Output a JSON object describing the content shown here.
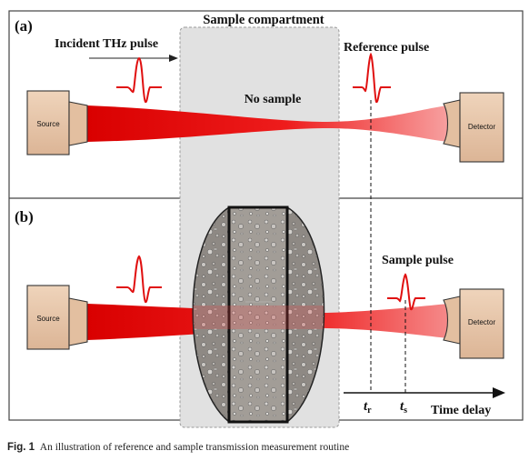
{
  "panel_a": {
    "label": "(a)",
    "incident_label": "Incident THz pulse",
    "reference_label": "Reference pulse",
    "no_sample_label": "No sample",
    "source_label": "Source",
    "detector_label": "Detector"
  },
  "panel_b": {
    "label": "(b)",
    "sample_pulse_label": "Sample pulse",
    "source_label": "Source",
    "detector_label": "Detector"
  },
  "compartment_label": "Sample compartment",
  "time_axis": {
    "label": "Time delay",
    "t_r": "t",
    "t_r_sub": "r",
    "t_s": "t",
    "t_s_sub": "s"
  },
  "caption": {
    "fig_number": "Fig. 1",
    "text": "An illustration of reference and sample transmission measurement routine"
  },
  "colors": {
    "beam": "#e01010",
    "device": "#e9c9ac",
    "compartment": "#dcdcdc",
    "sample": "#8a8580",
    "pulse": "#e01010"
  }
}
